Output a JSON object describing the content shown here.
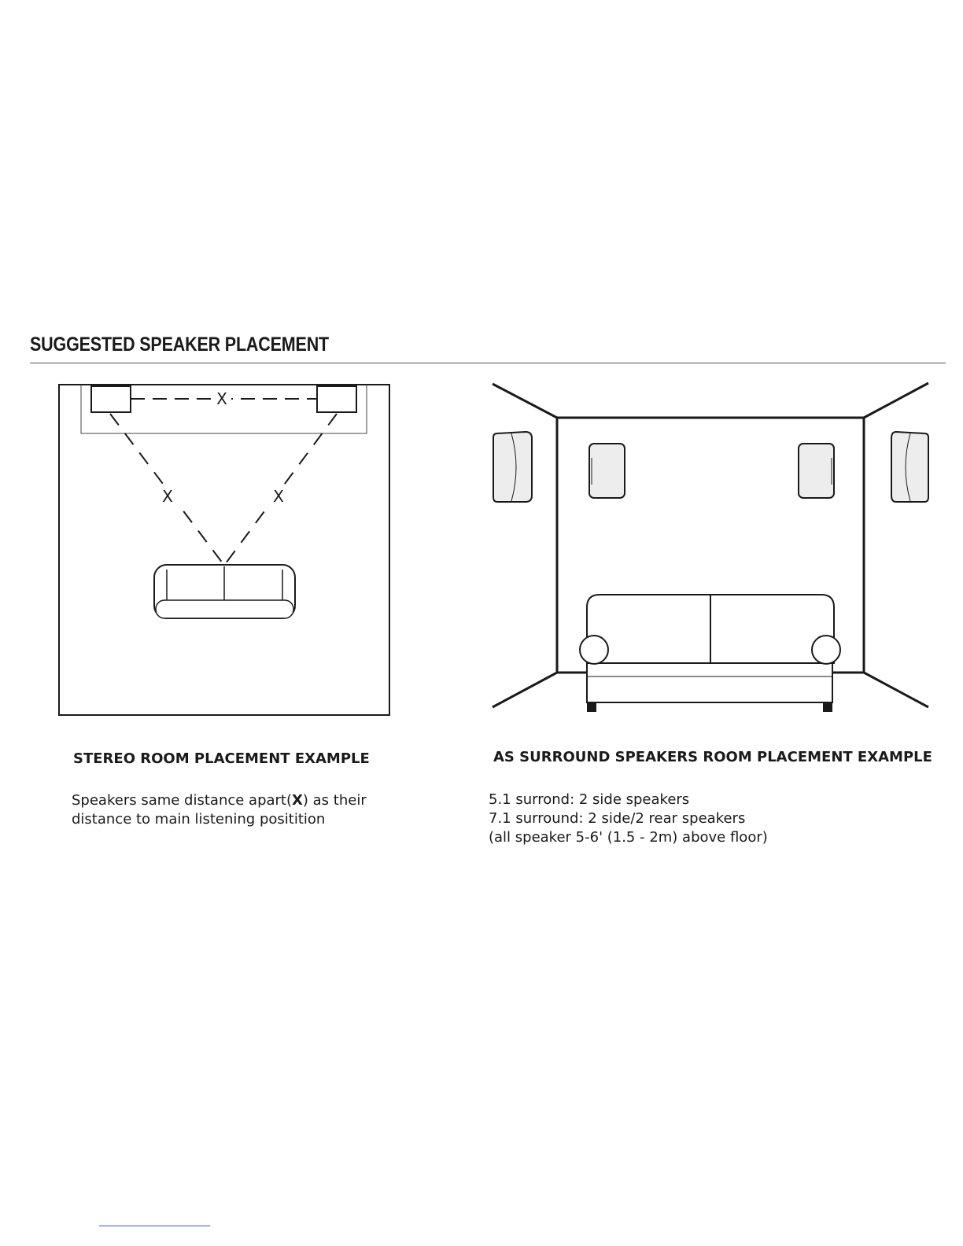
{
  "page": {
    "title": "SUGGESTED SPEAKER PLACEMENT"
  },
  "stereo": {
    "caption": "STEREO ROOM PLACEMENT EXAMPLE",
    "distance_marker": "X",
    "description_part1": "Speakers same distance apart(",
    "description_bold": "X",
    "description_part2": ") as their",
    "description_line2": "distance to main listening positition"
  },
  "surround": {
    "caption": "AS SURROUND SPEAKERS ROOM PLACEMENT EXAMPLE",
    "lines": [
      "5.1 surrond: 2 side speakers",
      "7.1 surround: 2 side/2 rear speakers",
      "(all speaker 5-6' (1.5 - 2m) above floor)"
    ]
  }
}
